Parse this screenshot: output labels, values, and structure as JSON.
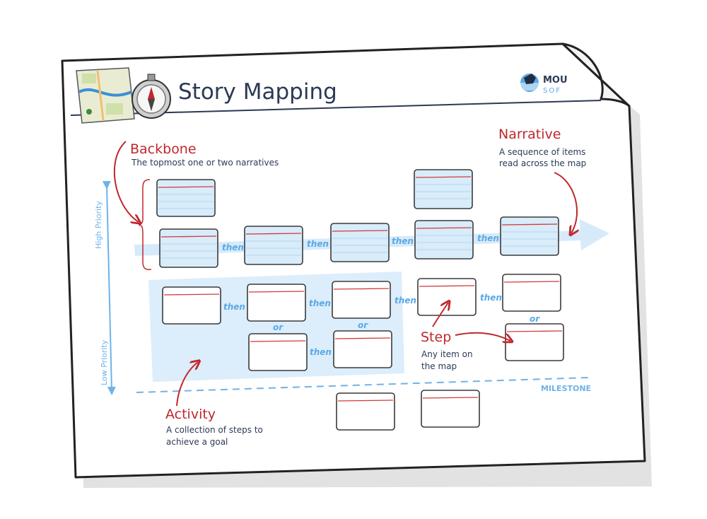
{
  "header": {
    "title": "Story Mapping",
    "brand_line1": "MOU",
    "brand_line2": "SOF"
  },
  "labels": {
    "backbone_title": "Backbone",
    "backbone_desc": "The topmost one or two narratives",
    "narrative_title": "Narrative",
    "narrative_desc_1": "A sequence of items",
    "narrative_desc_2": "read across the map",
    "step_title": "Step",
    "step_desc_1": "Any item on",
    "step_desc_2": "the map",
    "activity_title": "Activity",
    "activity_desc_1": "A collection of steps to",
    "activity_desc_2": "achieve a goal",
    "milestone": "MILESTONE",
    "high_priority": "High Priority",
    "low_priority": "Low Priority",
    "then": "then",
    "or": "or"
  },
  "colors": {
    "accent_red": "#c0272d",
    "blue": "#5aa9e6",
    "navy": "#2b3a55",
    "card_blue": "#d8ecfa",
    "activity_bg": "#dcedfb"
  },
  "icons": [
    "map-icon",
    "compass-icon",
    "goat-logo-icon"
  ]
}
